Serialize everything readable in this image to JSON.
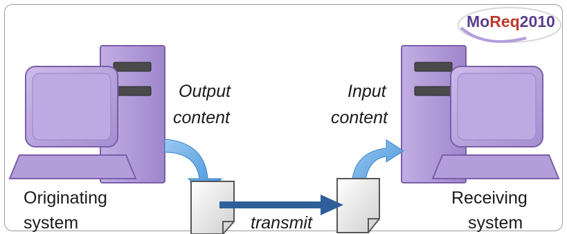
{
  "logo": {
    "part1": "Mo",
    "part2": "Req",
    "part3": "2010"
  },
  "labels": {
    "originating": "Originating",
    "originating_line2": "system",
    "receiving": "Receiving",
    "receiving_line2": "system",
    "output": "Output",
    "output_line2": "content",
    "input": "Input",
    "input_line2": "content",
    "transmit": "transmit"
  },
  "colors": {
    "computer_fill": "#b19bd6",
    "computer_stroke": "#7a5ea8",
    "arrow_light": "#5aa9e6",
    "arrow_dark": "#2f5f9a",
    "document": "#e8e8e8"
  }
}
